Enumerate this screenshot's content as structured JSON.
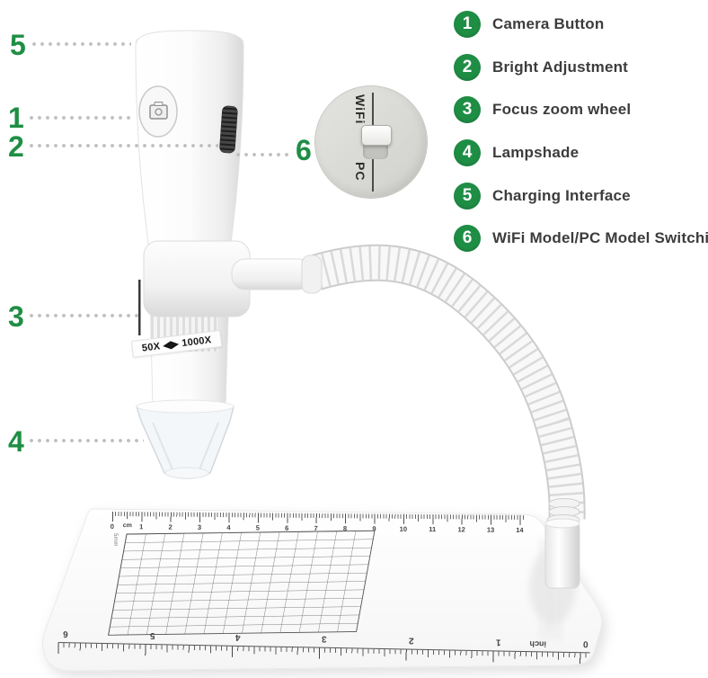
{
  "colors": {
    "accent_green": "#1f8e45",
    "label_text": "#3c3c3c",
    "leader_dot": "#bfbfbf"
  },
  "legend": {
    "items": [
      {
        "number": "1",
        "label": "Camera Button"
      },
      {
        "number": "2",
        "label": "Bright Adjustment"
      },
      {
        "number": "3",
        "label": "Focus zoom wheel"
      },
      {
        "number": "4",
        "label": "Lampshade"
      },
      {
        "number": "5",
        "label": "Charging Interface"
      },
      {
        "number": "6",
        "label": "WiFi Model/PC Model Switching"
      }
    ]
  },
  "callouts": [
    {
      "number": "5"
    },
    {
      "number": "1"
    },
    {
      "number": "2"
    },
    {
      "number": "3"
    },
    {
      "number": "4"
    },
    {
      "number": "6"
    }
  ],
  "device": {
    "magnification_label": "50X ◀▶ 1000X",
    "switch": {
      "top_label": "WiFi",
      "bottom_label": "PC"
    }
  },
  "base": {
    "cm_ruler": {
      "unit": "cm",
      "numbers": [
        "0",
        "1",
        "2",
        "3",
        "4",
        "5",
        "6",
        "7",
        "8",
        "9",
        "10",
        "11",
        "12",
        "13",
        "14"
      ]
    },
    "inch_ruler": {
      "unit": "inch",
      "numbers": [
        "6",
        "5",
        "4",
        "3",
        "2",
        "1",
        "0"
      ]
    },
    "grid_label": "5mm"
  }
}
